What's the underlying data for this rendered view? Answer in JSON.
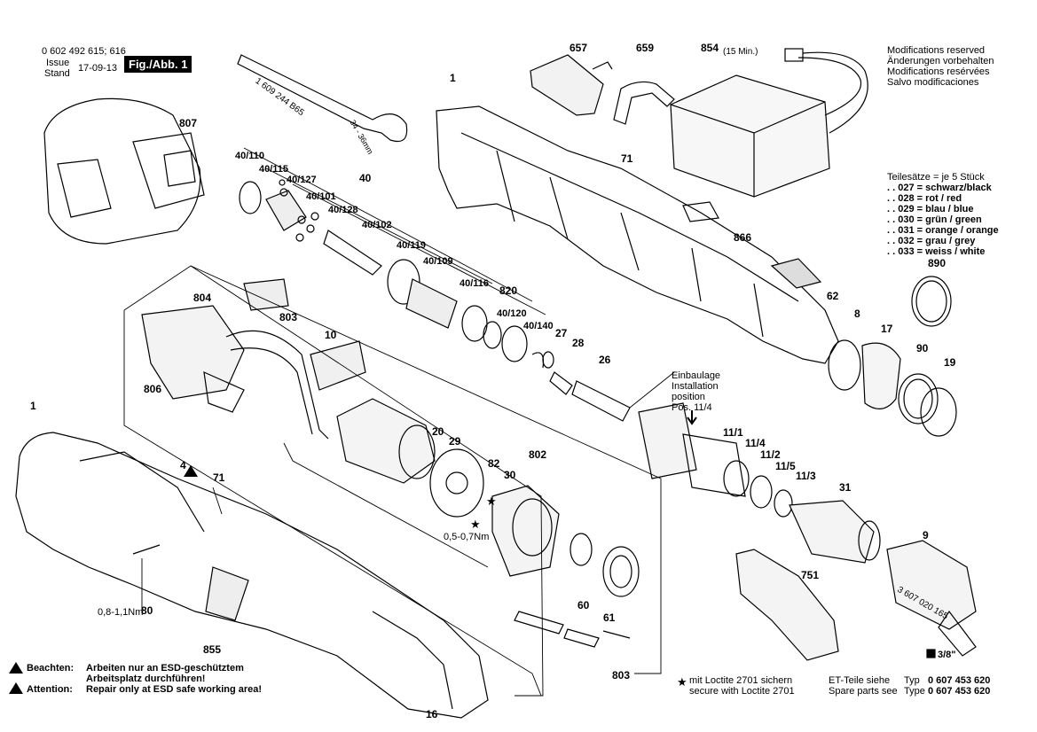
{
  "header": {
    "part_numbers": "0 602 492 615; 616",
    "issue_label": "Issue",
    "stand_label": "Stand",
    "date": "17-09-13",
    "figure": "Fig./Abb. 1"
  },
  "modifications": [
    "Modifications reserved",
    "Änderungen vorbehalten",
    "Modifications resérvées",
    "Salvo modificaciones"
  ],
  "parts_sets": [
    "Teilesätze = je 5 Stück",
    ". . 027 = schwarz/black",
    ". . 028 = rot / red",
    ". . 029 = blau / blue",
    ". . 030 = grün / green",
    ". . 031 = orange / orange",
    ". . 032 = grau / grey",
    ". . 033 = weiss / white"
  ],
  "install_note": [
    "Einbaulage",
    "Installation",
    "position",
    "Pos. 11/4"
  ],
  "notes": {
    "esd_de_label": "Beachten:",
    "esd_de_text_1": "Arbeiten nur an ESD-geschütztem",
    "esd_de_text_2": "Arbeitsplatz durchführen!",
    "esd_en_label": "Attention:",
    "esd_en_text": "Repair only at ESD safe working area!",
    "loctite_de": "mit Loctite 2701 sichern",
    "loctite_en": "secure with Loctite 2701",
    "et_de": "ET-Teile siehe",
    "et_en": "Spare parts see",
    "type_label": "Typ",
    "type_label_en": "Type",
    "type_no": "0 607 453 620"
  },
  "tool_text": {
    "wrench": "1 609 244 B65",
    "wrench_range": "34 - 36mm",
    "head_no": "3 607 020 165",
    "drive": "3/8\"",
    "charger_time": "(15 Min.)",
    "torque_1": "0,8-1,1Nm",
    "torque_2": "0,5-0,7Nm"
  },
  "part_labels": {
    "p657": "657",
    "p659": "659",
    "p854": "854",
    "p1a": "1",
    "p807": "807",
    "p71a": "71",
    "p40": "40",
    "p40_110": "40/110",
    "p40_115": "40/115",
    "p40_127": "40/127",
    "p40_101": "40/101",
    "p40_128": "40/128",
    "p40_102": "40/102",
    "p40_119": "40/119",
    "p40_109": "40/109",
    "p40_116": "40/116",
    "p820": "820",
    "p40_120": "40/120",
    "p40_140": "40/140",
    "p27": "27",
    "p28": "28",
    "p26": "26",
    "p866": "866",
    "p62": "62",
    "p890": "890",
    "p8": "8",
    "p17": "17",
    "p90": "90",
    "p19": "19",
    "p804": "804",
    "p803a": "803",
    "p10": "10",
    "p806": "806",
    "p4": "4",
    "p1b": "1",
    "p71b": "71",
    "p80": "80",
    "p855": "855",
    "p16": "16",
    "p20": "20",
    "p29": "29",
    "p82": "82",
    "p30": "30",
    "p802": "802",
    "p60": "60",
    "p61": "61",
    "p803b": "803",
    "p11_1": "11/1",
    "p11_4": "11/4",
    "p11_2": "11/2",
    "p11_5": "11/5",
    "p11_3": "11/3",
    "p31": "31",
    "p9": "9",
    "p751": "751"
  }
}
